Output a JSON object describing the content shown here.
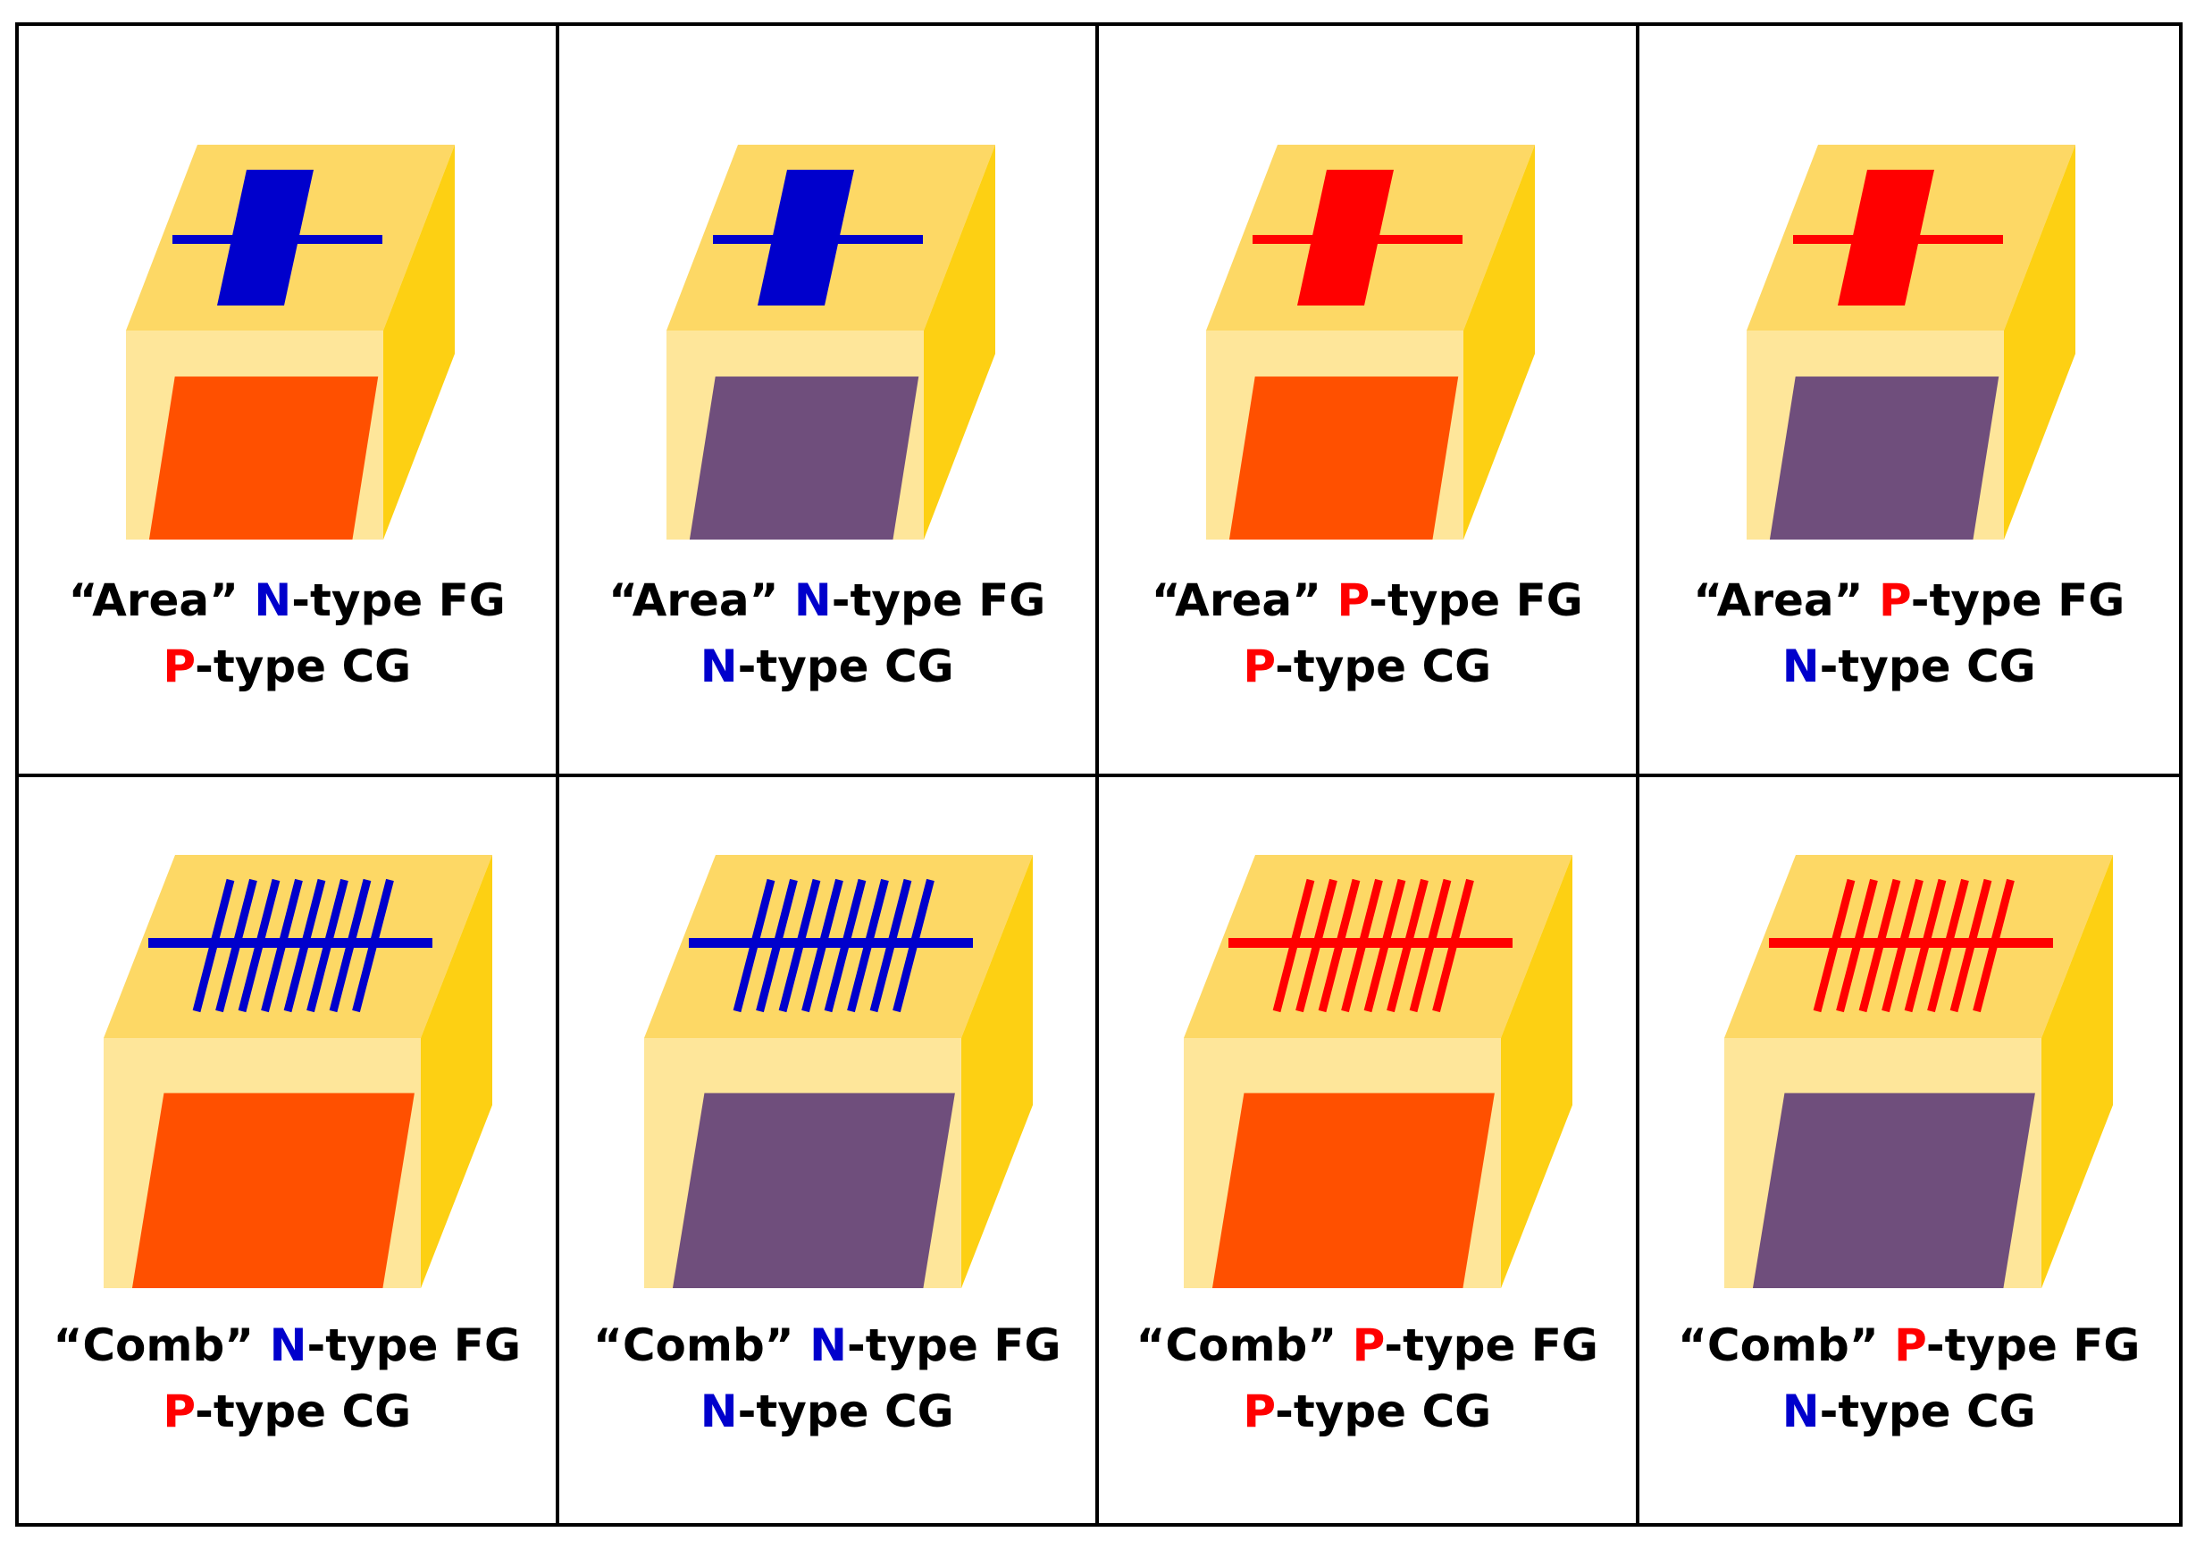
{
  "colors": {
    "n_type": "#0000cc",
    "p_type": "#ff0000",
    "cube_top": "#fdd865",
    "cube_front": "#fee69a",
    "cube_side": "#fdd013",
    "cg_p_fill": "#ff5000",
    "cg_n_fill": "#6f4e7c"
  },
  "cells": [
    {
      "style_label": "“Area”",
      "fg_letter": "N",
      "fg_rest": "-type FG",
      "cg_letter": "P",
      "cg_rest": "-type CG",
      "gate_shape": "area",
      "fg_type": "n",
      "cg_type": "p"
    },
    {
      "style_label": "“Area”",
      "fg_letter": "N",
      "fg_rest": "-type FG",
      "cg_letter": "N",
      "cg_rest": "-type CG",
      "gate_shape": "area",
      "fg_type": "n",
      "cg_type": "n"
    },
    {
      "style_label": "“Area”",
      "fg_letter": "P",
      "fg_rest": "-type FG",
      "cg_letter": "P",
      "cg_rest": "-type CG",
      "gate_shape": "area",
      "fg_type": "p",
      "cg_type": "p"
    },
    {
      "style_label": "“Area”",
      "fg_letter": "P",
      "fg_rest": "-type FG",
      "cg_letter": "N",
      "cg_rest": "-type CG",
      "gate_shape": "area",
      "fg_type": "p",
      "cg_type": "n"
    },
    {
      "style_label": "“Comb”",
      "fg_letter": "N",
      "fg_rest": "-type FG",
      "cg_letter": "P",
      "cg_rest": "-type CG",
      "gate_shape": "comb",
      "fg_type": "n",
      "cg_type": "p"
    },
    {
      "style_label": "“Comb”",
      "fg_letter": "N",
      "fg_rest": "-type FG",
      "cg_letter": "N",
      "cg_rest": "-type CG",
      "gate_shape": "comb",
      "fg_type": "n",
      "cg_type": "n"
    },
    {
      "style_label": "“Comb”",
      "fg_letter": "P",
      "fg_rest": "-type FG",
      "cg_letter": "P",
      "cg_rest": "-type CG",
      "gate_shape": "comb",
      "fg_type": "p",
      "cg_type": "p"
    },
    {
      "style_label": "“Comb”",
      "fg_letter": "P",
      "fg_rest": "-type FG",
      "cg_letter": "N",
      "cg_rest": "-type CG",
      "gate_shape": "comb",
      "fg_type": "p",
      "cg_type": "n"
    }
  ]
}
